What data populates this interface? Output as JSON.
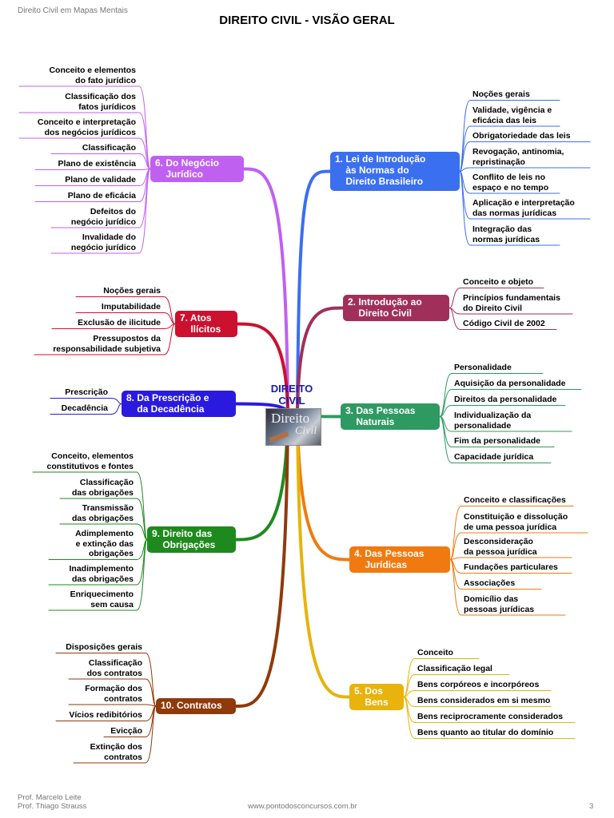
{
  "header": {
    "left": "Direito Civil em Mapas Mentais",
    "title": "DIREITO CIVIL - VISÃO GERAL"
  },
  "center": {
    "title": "DIREITO\nCIVIL",
    "logo_word": "Direito",
    "logo_word2": "Civil"
  },
  "colors": {
    "b1": "#3a6ff0",
    "b2": "#a0305a",
    "b3": "#2e9a62",
    "b4": "#f07a10",
    "b5": "#e7b30c",
    "b6": "#c060f0",
    "b7": "#cc1030",
    "b8": "#2a1adf",
    "b9": "#1e8a1e",
    "b10": "#8f3a0a"
  },
  "branches": {
    "b1": {
      "label": "1. Lei de Introdução\n    às Normas do\n    Direito Brasileiro",
      "items": [
        "Noções gerais",
        "Validade, vigência e\neficácia das leis",
        "Obrigatoriedade das leis",
        "Revogação, antinomia,\nrepristinação",
        "Conflito de leis no\nespaço e no tempo",
        "Aplicação e interpretação\ndas normas jurídicas",
        "Integração das\nnormas jurídicas"
      ]
    },
    "b2": {
      "label": "2. Introdução ao\n    Direito Civil",
      "items": [
        "Conceito e objeto",
        "Princípios fundamentais\ndo Direito Civil",
        "Código Civil de 2002"
      ]
    },
    "b3": {
      "label": "3. Das Pessoas\n    Naturais",
      "items": [
        "Personalidade",
        "Aquisição da personalidade",
        "Direitos da personalidade",
        "Individualização da\npersonalidade",
        "Fim da personalidade",
        "Capacidade jurídica"
      ]
    },
    "b4": {
      "label": "4. Das Pessoas\n    Jurídicas",
      "items": [
        "Conceito e classificações",
        "Constituição e dissolução\nde uma pessoa jurídica",
        "Desconsideração\nda pessoa jurídica",
        "Fundações particulares",
        "Associações",
        "Domicílio das\npessoas jurídicas"
      ]
    },
    "b5": {
      "label": "5. Dos\n    Bens",
      "items": [
        "Conceito",
        "Classificação legal",
        "Bens corpóreos e incorpóreos",
        "Bens considerados em si mesmo",
        "Bens reciprocramente considerados",
        "Bens quanto ao titular do domínio"
      ]
    },
    "b6": {
      "label": "6. Do Negócio\n    Jurídico",
      "items": [
        "Conceito e elementos\ndo fato jurídico",
        "Classificação dos\nfatos jurídicos",
        "Conceito e interpretação\ndos negócios jurídicos",
        "Classificação",
        "Plano de existência",
        "Plano de validade",
        "Plano de eficácia",
        "Defeitos do\nnegócio jurídico",
        "Invalidade do\nnegócio jurídico"
      ]
    },
    "b7": {
      "label": "7. Atos\n    Ilícitos",
      "items": [
        "Noções gerais",
        "Imputabilidade",
        "Exclusão de ilicitude",
        "Pressupostos da\nresponsabilidade subjetiva"
      ]
    },
    "b8": {
      "label": "8. Da Prescrição e\n    da Decadência",
      "items": [
        "Prescrição",
        "Decadência"
      ]
    },
    "b9": {
      "label": "9. Direito das\n    Obrigações",
      "items": [
        "Conceito, elementos\nconstitutivos e fontes",
        "Classificação\ndas obrigações",
        "Transmissão\ndas obrigações",
        "Adimplemento\ne extinção das\nobrigações",
        "Inadimplemento\ndas obrigações",
        "Enriquecimento\nsem causa"
      ]
    },
    "b10": {
      "label": "10. Contratos",
      "items": [
        "Disposições gerais",
        "Classificação\ndos contratos",
        "Formação dos\ncontratos",
        "Vícios redibitórios",
        "Evicção",
        "Extinção dos\ncontratos"
      ]
    }
  },
  "footer": {
    "author1": "Prof. Marcelo Leite",
    "author2": "Prof. Thiago Strauss",
    "site": "www.pontodosconcursos.com.br",
    "page": "3"
  }
}
